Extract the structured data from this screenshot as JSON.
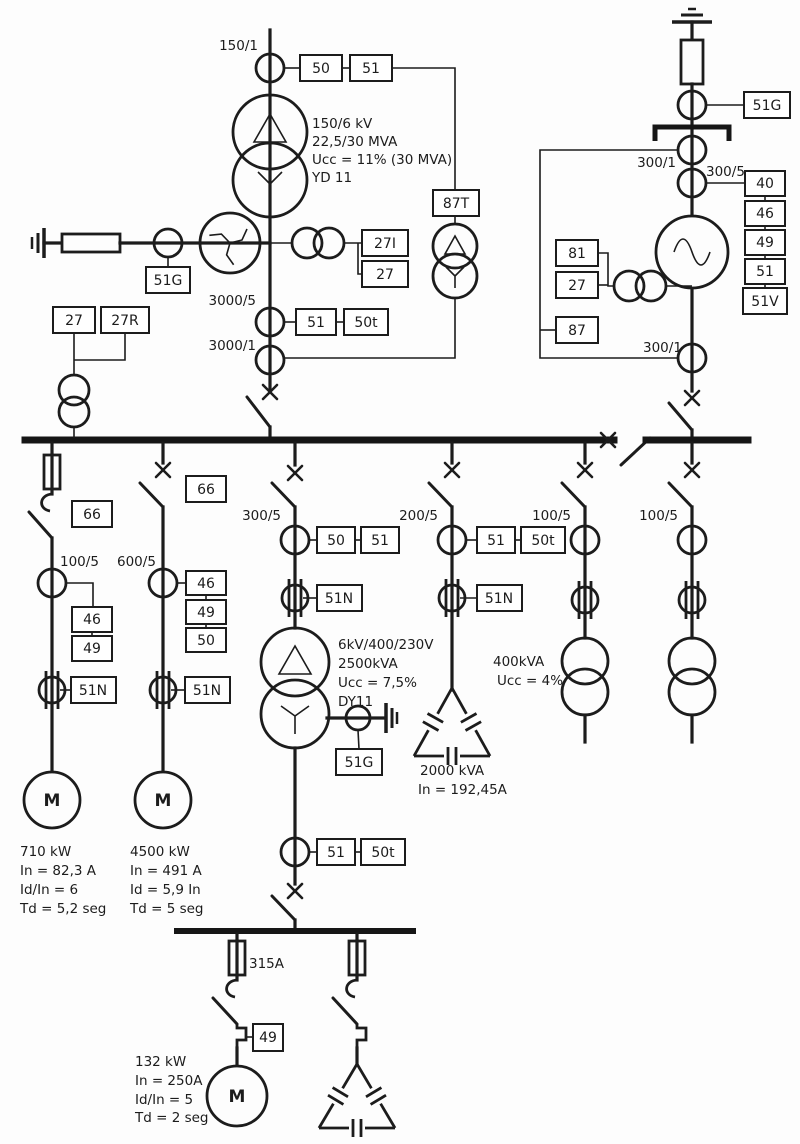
{
  "hv_incomer": {
    "line_ct_ratio": "150/1",
    "relay_50": "50",
    "relay_51": "51",
    "relay_87t": "87T",
    "transformer_specs": [
      "150/6 kV",
      "22,5/30 MVA",
      "Ucc = 11% (30 MVA)",
      "YD 11"
    ],
    "earthing_relay_51g": "51G",
    "vt_relay_27i": "27I",
    "vt_relay_27": "27",
    "ct_ratio_3000_5": "3000/5",
    "relay_51_main": "51",
    "relay_50t": "50t",
    "ct_ratio_3000_1": "3000/1"
  },
  "bus_vt": {
    "relay_27": "27",
    "relay_27r": "27R"
  },
  "generator": {
    "earthing_relay_51g": "51G",
    "ct_ratio_300_1_top": "300/1",
    "ct_ratio_300_5": "300/5",
    "relay_stack": [
      "40",
      "46",
      "49",
      "51",
      "51V"
    ],
    "relay_81": "81",
    "relay_27": "27",
    "relay_87": "87",
    "ct_ratio_300_1_bottom": "300/1"
  },
  "feeders": {
    "motor_710": {
      "relay_66": "66",
      "ct_ratio": "100/5",
      "relay_46": "46",
      "relay_49": "49",
      "relay_51n": "51N",
      "motor_letter": "M",
      "specs": [
        "710 kW",
        "In = 82,3 A",
        "Id/In = 6",
        "Td = 5,2 seg"
      ]
    },
    "motor_4500": {
      "relay_66": "66",
      "ct_ratio": "600/5",
      "relay_46": "46",
      "relay_49": "49",
      "relay_50": "50",
      "relay_51n": "51N",
      "motor_letter": "M",
      "specs": [
        "4500 kW",
        "In = 491 A",
        "Id = 5,9 In",
        "Td = 5 seg"
      ]
    },
    "tx_2500": {
      "ct_ratio": "300/5",
      "relay_50": "50",
      "relay_51": "51",
      "relay_51n": "51N",
      "specs": [
        "6kV/400/230V",
        "2500kVA",
        "Ucc = 7,5%",
        "DY11"
      ],
      "neutral_relay_51g": "51G",
      "lv_relay_51": "51",
      "lv_relay_50t": "50t"
    },
    "cap_2000": {
      "ct_ratio": "200/5",
      "relay_51": "51",
      "relay_50t": "50t",
      "relay_51n": "51N",
      "specs": [
        "2000 kVA",
        "In = 192,45A"
      ]
    },
    "tx_400": {
      "ct_ratio": "100/5",
      "specs": [
        "400kVA",
        "Ucc = 4%"
      ]
    },
    "tx_right": {
      "ct_ratio": "100/5"
    }
  },
  "lv_board": {
    "fuse_rating": "315A",
    "motor_132": {
      "relay_49": "49",
      "motor_letter": "M",
      "specs": [
        "132 kW",
        "In = 250A",
        "Id/In = 5",
        "Td = 2 seg"
      ]
    }
  }
}
